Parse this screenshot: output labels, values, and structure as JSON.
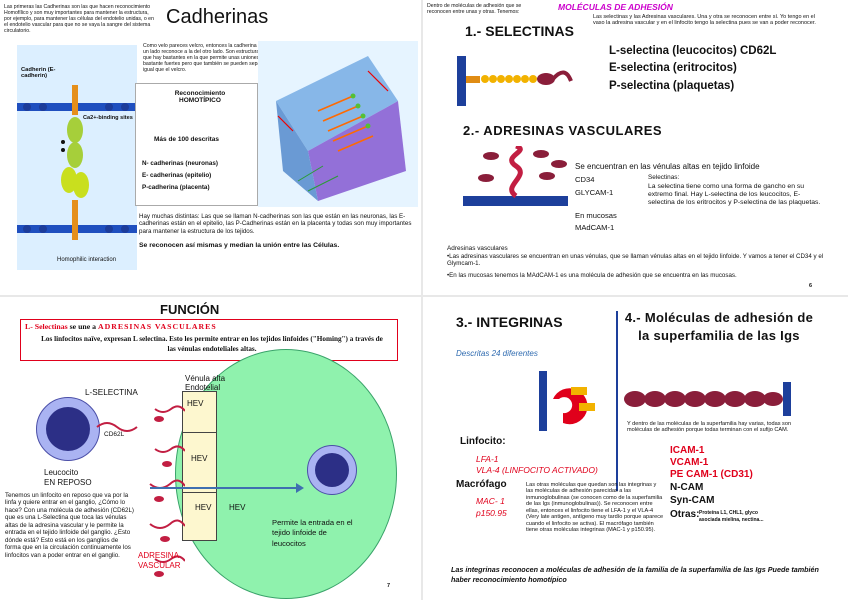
{
  "page_numbers": {
    "tr": "6",
    "bl": "7"
  },
  "tl": {
    "intro": "Las primeras las Cadherinas son las que hacen reconocimiento Homofílico y son muy importantes para mantener la estructura, por ejemplo, para mantener las células del endotelio unidas, o en el endotelio vascular para que no se vaya la sangre del sistema circulatorio.",
    "title": "Cadherinas",
    "diagram_cadherin": "Cadherin (E-cadherin)",
    "diagram_binding": "Ca2+-binding sites",
    "diagram_homophilic": "Homophilic interaction",
    "velcro": "Como velo pareces velcro, entonces la cadherina de un lado reconoce a la del otro lado. Son estructuras que hay bastantes en la que permite unas uniones bastante fuertes pero que también se pueden separar igual que el velcro.",
    "box_title": "Reconocimiento HOMOTÍPICO",
    "box_count": "Más de 100 descritas",
    "box_n": "N- cadherinas (neuronas)",
    "box_e": "E- cadherinas (epitelio)",
    "box_p": "P-cadherina (placenta)",
    "bottom_text": "Hay muchas distintas: Las que se llaman N-cadherinas son las que están en las neuronas, las E-cadherinas están en el epitelio, las P-Cadherinas están en la placenta y todas son muy importantes para mantener la estructura de los tejidos.",
    "bottom_bold": "Se reconocen así mismas y median la unión entre las Células."
  },
  "tr": {
    "note": "Dentro de moléculas de adhesión que se reconocen entre unas y otras. Tenemos:",
    "header": "MOLÉCULAS DE ADHESIÓN",
    "title1": "1.- SELECTINAS",
    "sel_note": "Las selectinas y las Adresinas vasculares. Una y otra se reconocen entre sí. Yo tengo en el vaso la adresina vascular y en el linfocito tengo la selectina pues se van a poder reconocer.",
    "sel_l": "L-selectina (leucocitos) CD62L",
    "sel_e": "E-selectina (eritrocitos)",
    "sel_p": "P-selectina (plaquetas)",
    "title2": "2.- ADRESINAS VASCULARES",
    "adr_found": "Se encuentran en las vénulas altas en tejido linfoide",
    "cd34": "CD34",
    "glycam": "GLYCAM-1",
    "mucosas": "En mucosas",
    "madcam": "MAdCAM-1",
    "selectinas_head": "Selectinas:",
    "selectinas_text": "La selectina tiene como una forma de gancho en su extremo final. Hay L-selectina de los leucocitos, E-selectina de los eritrocitos y P-selectina de las plaquetas.",
    "adr_caption": "Adresinas vasculares",
    "adr_bullet1": "•Las adresinas vasculares se encuentran en unas vénulas, que se llaman vénulas altas en el tejido linfoide. Y vamos a tener el CD34 y el Glymcam-1.",
    "adr_bullet2": "•En las mucosas tenemos la MAdCAM-1 es una molécula de adhesión que se encuentra en las mucosas."
  },
  "bl": {
    "title": "FUNCIÓN",
    "box_line1_a": "L- Selectinas",
    "box_line1_b": " se une a ",
    "box_line1_c": "ADRESINAS VASCULARES",
    "box_line2": "Los linfocitos naïve, expresan L selectina. Esto les permite entrar en los tejidos linfoides (\"Homing\") a través de las vénulas endoteliales altas.",
    "lsel": "L-SELECTINA",
    "cd62l": "CD62L",
    "leuco": "Leucocito",
    "reposo": "EN REPOSO",
    "venula": "Vénula alta",
    "endotelial": "Endotelial",
    "hev": "HEV",
    "permite": "Permite la entrada en el tejido linfoide de leucocitos",
    "adresina": "ADRESINA VASCULAR",
    "story": "Tenemos un linfocito en reposo que va por la linfa y quiere entrar en el ganglio, ¿Cómo lo hace? Con una molécula de adhesión (CD62L) que es una L-Selectina que toca las vénulas altas de la adresina vascular y le permite la entrada en el tejido linfoide del ganglio. ¿Esto dónde está? Esto está en los ganglios de forma que en la circulación continuamente los linfocitos van a poder entrar en el ganglio."
  },
  "br": {
    "title3": "3.- INTEGRINAS",
    "descritas": "Descritas 24 diferentes",
    "title4": "4.- Moléculas de adhesión de la superfamilia de las Igs",
    "ig_note": "Y dentro de las moléculas de la superfamilia hay varias, todas son moléculas de adhesión porque todas terminan con el sufijo CAM.",
    "linfocito": "Linfocito:",
    "lfa1": "LFA-1",
    "vla4": "VLA-4 (LINFOCITO ACTIVADO)",
    "macrofago": "Macrófago",
    "mac1": "MAC- 1",
    "p150": "p150.95",
    "integ_text": "Las otras moléculas que quedan son las integrinas y las moléculas de adhesión parecidas a las inmunoglobulinas (se conocen como de la superfamilia de las Igs (inmunoglobulinas)). Se reconocen entre ellas, entonces el linfocito tiene el LFA-1 y el VLA-4 (Very late antigen, antígeno muy tardío porque aparece cuando el linfocito se activa). El macrófago también tiene otras moléculas integrinas (MAC-1 y p150.95).",
    "icam": "ICAM-1",
    "vcam": "VCAM-1",
    "pecam": "PE CAM-1 (CD31)",
    "ncam": "N-CAM",
    "syncam": "Syn-CAM",
    "otras": "Otras:",
    "otras_list": "Proteína L1, CHL1, glyco asociada mielina, nectina...",
    "footer": "Las integrinas reconocen a moléculas de adhesión de la familia de la superfamilia de las Igs Puede también haber reconocimiento homotípico"
  }
}
